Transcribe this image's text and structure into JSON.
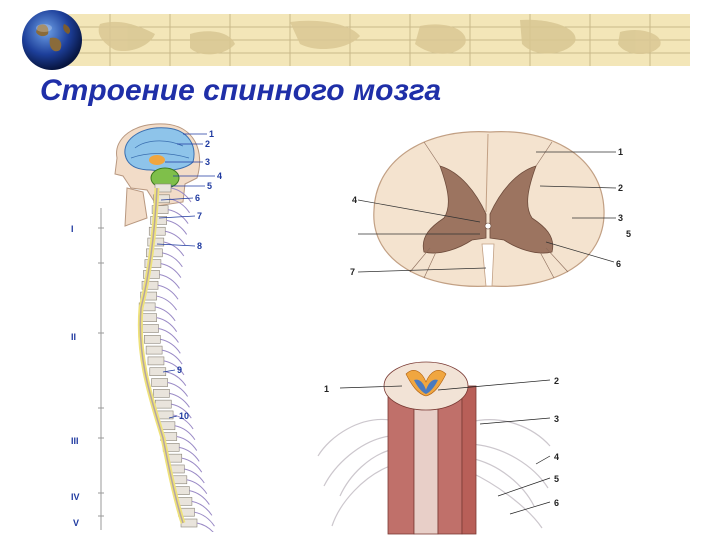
{
  "header": {
    "title": "Строение спинного мозга"
  },
  "figures": {
    "spine": {
      "regions": [
        "I",
        "II",
        "III",
        "IV",
        "V"
      ],
      "labels": [
        "1",
        "2",
        "3",
        "4",
        "5",
        "6",
        "7",
        "8",
        "9",
        "10"
      ]
    },
    "cross_section": {
      "labels": [
        "1",
        "2",
        "3",
        "4",
        "5",
        "6",
        "7"
      ]
    },
    "segment": {
      "labels": [
        "1",
        "2",
        "3",
        "4",
        "5",
        "6"
      ]
    }
  },
  "colors": {
    "title": "#1f2fa8",
    "banner": "#f3e6b8",
    "label_blue": "#1f3aa0"
  }
}
